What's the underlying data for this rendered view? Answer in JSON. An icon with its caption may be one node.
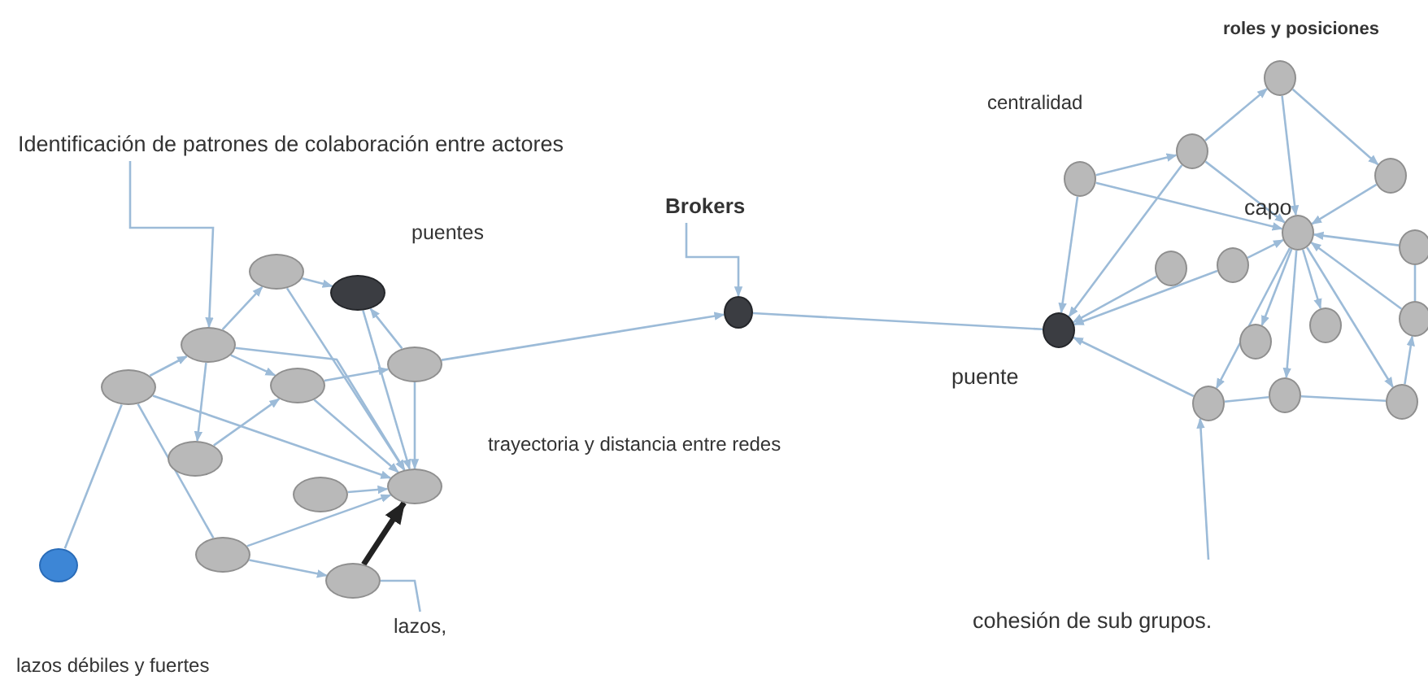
{
  "diagram": {
    "nodes": [
      {
        "text": [
          "Identificación de patrones de colaboración entre actores"
        ]
      },
      {
        "text": [
          "Brokers"
        ]
      },
      {
        "text": [
          "lazos,"
        ]
      },
      {
        "text": [
          "cohesión de sub grupos."
        ]
      },
      {
        "text": [],
        "shape": "circle"
      },
      {
        "text": [],
        "shape": "circle"
      },
      {
        "text": [],
        "shape": "circle"
      },
      {
        "text": [],
        "shape": "circle"
      },
      {
        "text": [],
        "shape": "circle"
      },
      {
        "text": [],
        "shape": "circle"
      },
      {
        "text": [],
        "shape": "circle"
      },
      {
        "text": [],
        "shape": "circle"
      },
      {
        "text": [],
        "shape": "circle"
      },
      {
        "text": [],
        "shape": "circle"
      },
      {
        "text": [],
        "shape": "circle"
      },
      {
        "text": [],
        "shape": "circle"
      },
      {
        "text": [],
        "shape": "circle"
      },
      {
        "text": [],
        "shape": "circle"
      },
      {
        "text": [],
        "shape": "circle"
      },
      {
        "text": [],
        "shape": "circle"
      },
      {
        "text": [],
        "shape": "circle"
      },
      {
        "text": [],
        "shape": "circle"
      },
      {
        "text": [],
        "shape": "circle"
      },
      {
        "text": [],
        "shape": "circle"
      },
      {
        "text": [],
        "shape": "circle"
      },
      {
        "text": [],
        "shape": "circle"
      },
      {
        "text": [],
        "shape": "circle"
      },
      {
        "text": [],
        "shape": "circle"
      },
      {
        "text": [],
        "shape": "circle"
      },
      {
        "text": [],
        "shape": "circle"
      },
      {
        "text": [],
        "shape": "circle"
      },
      {
        "text": [],
        "shape": "circle"
      }
    ],
    "edges": [
      {
        "from": 0,
        "to": 6,
        "arrow": "to"
      },
      {
        "from": 1,
        "to": 16,
        "arrow": "to"
      },
      {
        "from": 14,
        "to": 2,
        "arrow": "none"
      },
      {
        "from": 3,
        "to": 29,
        "arrow": "to"
      },
      {
        "from": 7,
        "to": 15,
        "arrow": "none"
      },
      {
        "from": 7,
        "to": 13,
        "arrow": "none"
      },
      {
        "from": 7,
        "to": 6,
        "arrow": "to"
      },
      {
        "from": 6,
        "to": 4,
        "arrow": "to"
      },
      {
        "from": 4,
        "to": 5,
        "arrow": "to"
      },
      {
        "from": 4,
        "to": 12,
        "arrow": "to"
      },
      {
        "from": 5,
        "to": 12,
        "arrow": "to"
      },
      {
        "from": 9,
        "to": 5,
        "arrow": "to"
      },
      {
        "from": 9,
        "to": 12,
        "arrow": "to"
      },
      {
        "from": 6,
        "to": 10,
        "arrow": "to"
      },
      {
        "from": 6,
        "to": 8,
        "arrow": "to"
      },
      {
        "from": 6,
        "to": 12,
        "arrow": "to"
      },
      {
        "from": 8,
        "to": 12,
        "arrow": "to"
      },
      {
        "from": 8,
        "to": 9,
        "arrow": "to"
      },
      {
        "from": 7,
        "to": 12,
        "arrow": "to"
      },
      {
        "from": 10,
        "to": 8,
        "arrow": "to"
      },
      {
        "from": 11,
        "to": 12,
        "arrow": "to"
      },
      {
        "from": 13,
        "to": 12,
        "arrow": "to"
      },
      {
        "from": 13,
        "to": 14,
        "arrow": "to"
      },
      {
        "from": 14,
        "to": 12,
        "arrow": "to",
        "style": "thick",
        "color": "#222222"
      },
      {
        "from": 9,
        "to": 16,
        "arrow": "to"
      },
      {
        "from": 16,
        "to": 17,
        "arrow": "none"
      },
      {
        "from": 20,
        "to": 17,
        "arrow": "to"
      },
      {
        "from": 19,
        "to": 17,
        "arrow": "to"
      },
      {
        "from": 23,
        "to": 17,
        "arrow": "to"
      },
      {
        "from": 24,
        "to": 17,
        "arrow": "to"
      },
      {
        "from": 29,
        "to": 17,
        "arrow": "to"
      },
      {
        "from": 20,
        "to": 19,
        "arrow": "to"
      },
      {
        "from": 19,
        "to": 18,
        "arrow": "to"
      },
      {
        "from": 18,
        "to": 22,
        "arrow": "to"
      },
      {
        "from": 18,
        "to": 21,
        "arrow": "to"
      },
      {
        "from": 21,
        "to": 22,
        "arrow": "to"
      },
      {
        "from": 19,
        "to": 22,
        "arrow": "to"
      },
      {
        "from": 20,
        "to": 22,
        "arrow": "to"
      },
      {
        "from": 25,
        "to": 22,
        "arrow": "to"
      },
      {
        "from": 26,
        "to": 22,
        "arrow": "to"
      },
      {
        "from": 22,
        "to": 27,
        "arrow": "to"
      },
      {
        "from": 22,
        "to": 28,
        "arrow": "to"
      },
      {
        "from": 22,
        "to": 29,
        "arrow": "to"
      },
      {
        "from": 22,
        "to": 30,
        "arrow": "to"
      },
      {
        "from": 22,
        "to": 31,
        "arrow": "to"
      },
      {
        "from": 24,
        "to": 22,
        "arrow": "to"
      },
      {
        "from": 29,
        "to": 30,
        "arrow": "none"
      },
      {
        "from": 30,
        "to": 31,
        "arrow": "none"
      },
      {
        "from": 31,
        "to": 26,
        "arrow": "to"
      },
      {
        "from": 25,
        "to": 26,
        "arrow": "none"
      }
    ],
    "labels": [
      "roles y posiciones",
      "centralidad",
      "puentes",
      "capo",
      "puente",
      "trayectoria y distancia entre redes",
      "lazos débiles y fuertes"
    ]
  }
}
